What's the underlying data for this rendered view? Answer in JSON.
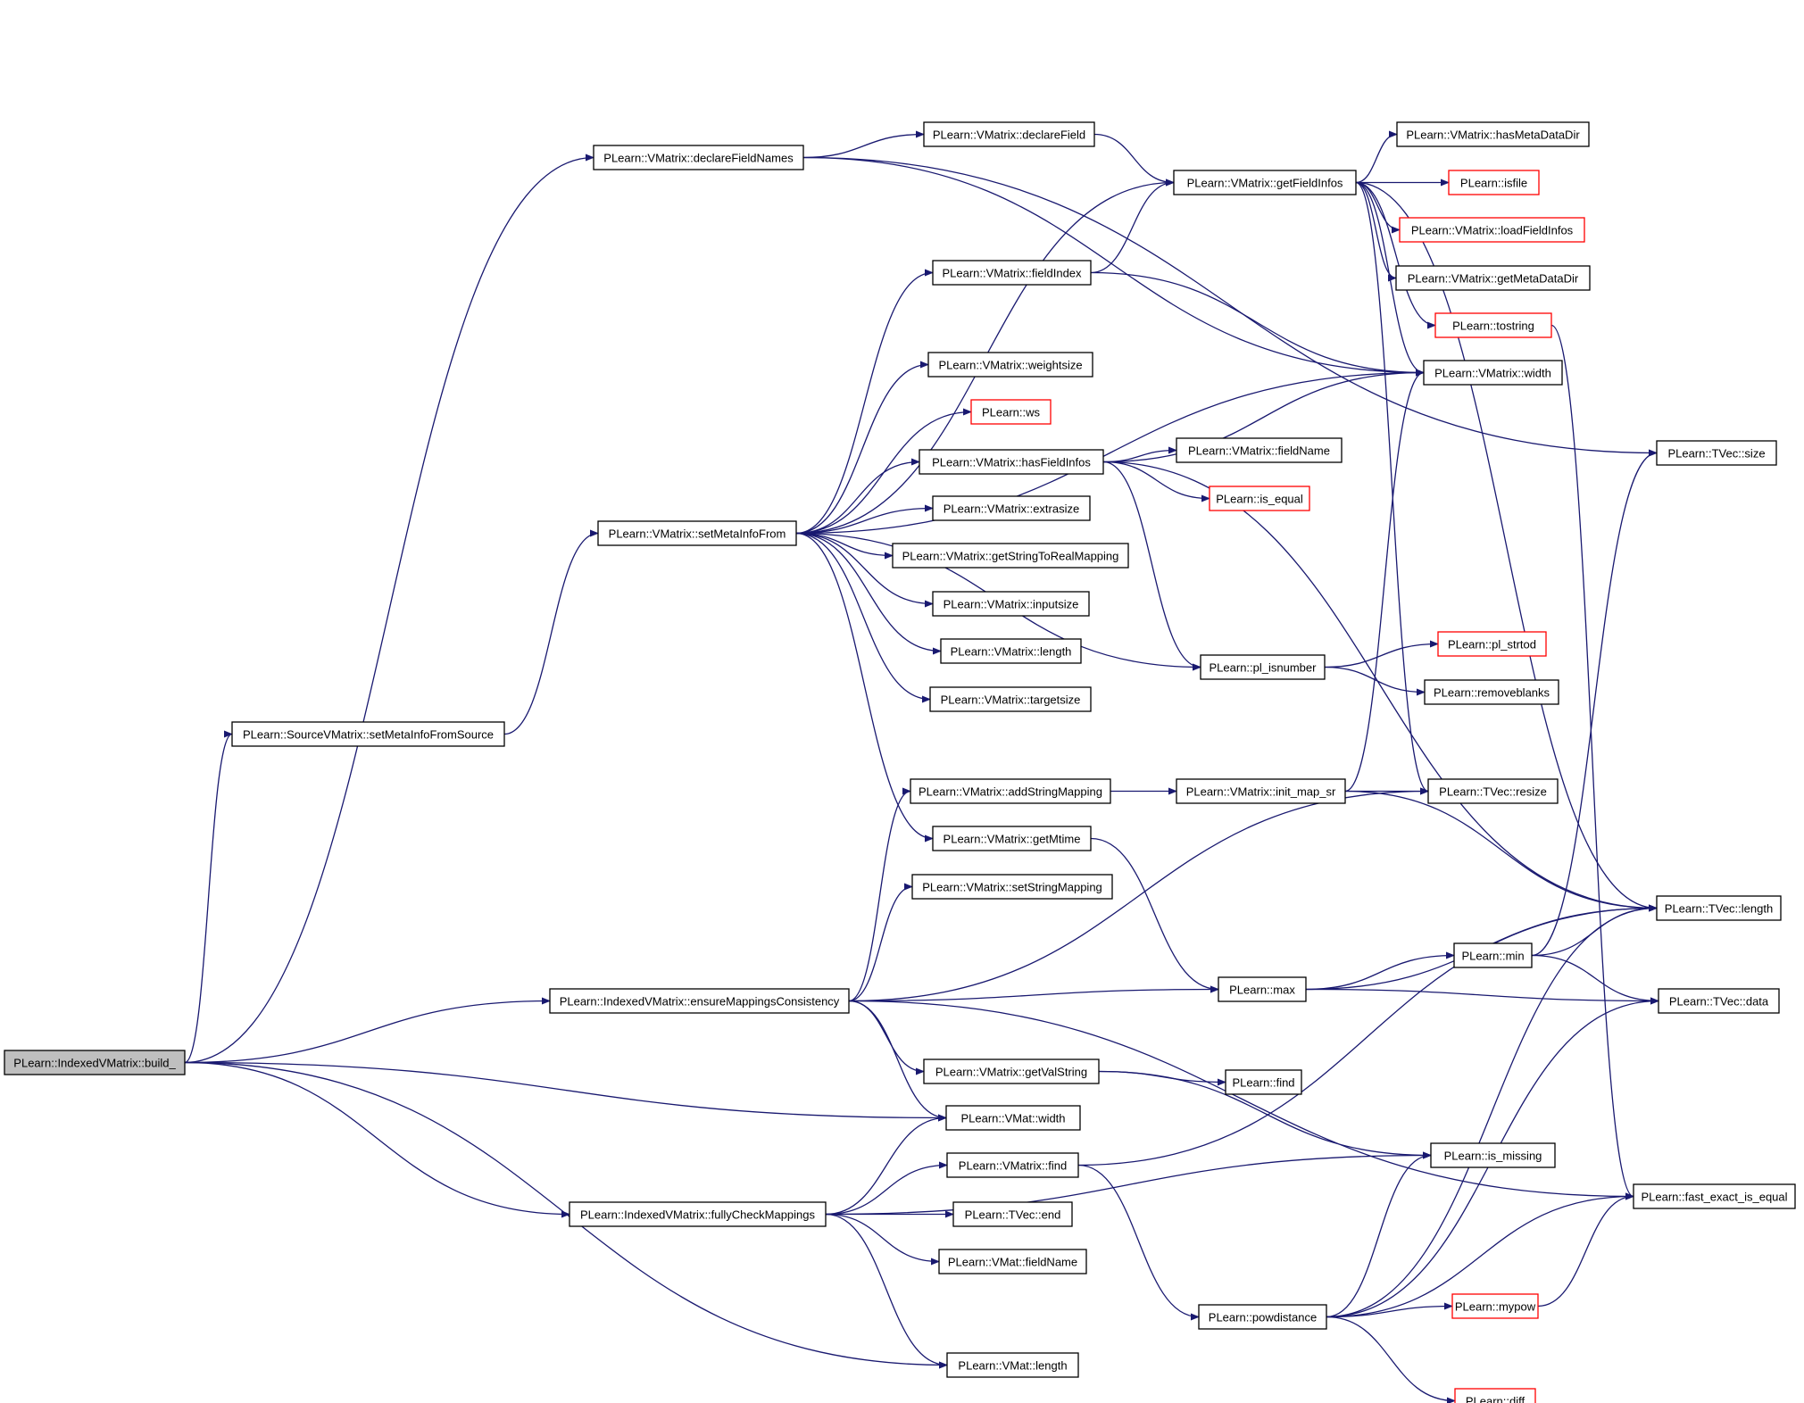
{
  "colors": {
    "edge": "#191970",
    "node_border": "#000000",
    "node_border_truncated": "#ff0000",
    "root_fill": "#bfbfbf"
  },
  "nodes": [
    {
      "id": "n_build",
      "label": "PLearn::IndexedVMatrix::build_",
      "root": true
    },
    {
      "id": "n_declareFieldNames",
      "label": "PLearn::VMatrix::declareFieldNames"
    },
    {
      "id": "n_declareField",
      "label": "PLearn::VMatrix::declareField"
    },
    {
      "id": "n_getFieldInfos",
      "label": "PLearn::VMatrix::getFieldInfos"
    },
    {
      "id": "n_hasMetaDataDir",
      "label": "PLearn::VMatrix::hasMetaDataDir"
    },
    {
      "id": "n_isfile",
      "label": "PLearn::isfile",
      "truncated": true
    },
    {
      "id": "n_loadFieldInfos",
      "label": "PLearn::VMatrix::loadFieldInfos",
      "truncated": true
    },
    {
      "id": "n_getMetaDataDir",
      "label": "PLearn::VMatrix::getMetaDataDir"
    },
    {
      "id": "n_tostring",
      "label": "PLearn::tostring",
      "truncated": true
    },
    {
      "id": "n_fieldIndex",
      "label": "PLearn::VMatrix::fieldIndex"
    },
    {
      "id": "n_vmwidth",
      "label": "PLearn::VMatrix::width"
    },
    {
      "id": "n_weightsize",
      "label": "PLearn::VMatrix::weightsize"
    },
    {
      "id": "n_ws",
      "label": "PLearn::ws",
      "truncated": true
    },
    {
      "id": "n_hasFieldInfos",
      "label": "PLearn::VMatrix::hasFieldInfos"
    },
    {
      "id": "n_fieldName",
      "label": "PLearn::VMatrix::fieldName"
    },
    {
      "id": "n_is_equal",
      "label": "PLearn::is_equal",
      "truncated": true
    },
    {
      "id": "n_tvsize",
      "label": "PLearn::TVec::size"
    },
    {
      "id": "n_setMetaInfoFrom",
      "label": "PLearn::VMatrix::setMetaInfoFrom"
    },
    {
      "id": "n_extrasize",
      "label": "PLearn::VMatrix::extrasize"
    },
    {
      "id": "n_getStringToRealMapping",
      "label": "PLearn::VMatrix::getStringToRealMapping"
    },
    {
      "id": "n_inputsize",
      "label": "PLearn::VMatrix::inputsize"
    },
    {
      "id": "n_vmlength",
      "label": "PLearn::VMatrix::length"
    },
    {
      "id": "n_pl_strtod",
      "label": "PLearn::pl_strtod",
      "truncated": true
    },
    {
      "id": "n_pl_isnumber",
      "label": "PLearn::pl_isnumber"
    },
    {
      "id": "n_removeblanks",
      "label": "PLearn::removeblanks"
    },
    {
      "id": "n_targetsize",
      "label": "PLearn::VMatrix::targetsize"
    },
    {
      "id": "n_setMetaInfoFromSource",
      "label": "PLearn::SourceVMatrix::setMetaInfoFromSource"
    },
    {
      "id": "n_addStringMapping",
      "label": "PLearn::VMatrix::addStringMapping"
    },
    {
      "id": "n_init_map_sr",
      "label": "PLearn::VMatrix::init_map_sr"
    },
    {
      "id": "n_resize",
      "label": "PLearn::TVec::resize"
    },
    {
      "id": "n_getMtime",
      "label": "PLearn::VMatrix::getMtime"
    },
    {
      "id": "n_setStringMapping",
      "label": "PLearn::VMatrix::setStringMapping"
    },
    {
      "id": "n_tvlength",
      "label": "PLearn::TVec::length"
    },
    {
      "id": "n_min",
      "label": "PLearn::min"
    },
    {
      "id": "n_max",
      "label": "PLearn::max"
    },
    {
      "id": "n_ensureMappingsConsistency",
      "label": "PLearn::IndexedVMatrix::ensureMappingsConsistency"
    },
    {
      "id": "n_tvdata",
      "label": "PLearn::TVec::data"
    },
    {
      "id": "n_getValString",
      "label": "PLearn::VMatrix::getValString"
    },
    {
      "id": "n_find",
      "label": "PLearn::find"
    },
    {
      "id": "n_vmatwidth",
      "label": "PLearn::VMat::width"
    },
    {
      "id": "n_vmfind",
      "label": "PLearn::VMatrix::find"
    },
    {
      "id": "n_is_missing",
      "label": "PLearn::is_missing"
    },
    {
      "id": "n_fast_exact",
      "label": "PLearn::fast_exact_is_equal"
    },
    {
      "id": "n_fullyCheckMappings",
      "label": "PLearn::IndexedVMatrix::fullyCheckMappings"
    },
    {
      "id": "n_tvend",
      "label": "PLearn::TVec::end"
    },
    {
      "id": "n_vmatfieldName",
      "label": "PLearn::VMat::fieldName"
    },
    {
      "id": "n_mypow",
      "label": "PLearn::mypow",
      "truncated": true
    },
    {
      "id": "n_powdistance",
      "label": "PLearn::powdistance"
    },
    {
      "id": "n_vmatlength",
      "label": "PLearn::VMat::length"
    },
    {
      "id": "n_diff",
      "label": "PLearn::diff",
      "truncated": true
    }
  ],
  "edges": [
    [
      "n_build",
      "n_declareFieldNames"
    ],
    [
      "n_build",
      "n_setMetaInfoFromSource"
    ],
    [
      "n_build",
      "n_ensureMappingsConsistency"
    ],
    [
      "n_build",
      "n_vmatwidth"
    ],
    [
      "n_build",
      "n_fullyCheckMappings"
    ],
    [
      "n_build",
      "n_vmatlength"
    ],
    [
      "n_declareFieldNames",
      "n_declareField"
    ],
    [
      "n_declareFieldNames",
      "n_vmwidth"
    ],
    [
      "n_declareFieldNames",
      "n_tvsize"
    ],
    [
      "n_declareField",
      "n_getFieldInfos"
    ],
    [
      "n_getFieldInfos",
      "n_hasMetaDataDir"
    ],
    [
      "n_getFieldInfos",
      "n_isfile"
    ],
    [
      "n_getFieldInfos",
      "n_loadFieldInfos"
    ],
    [
      "n_getFieldInfos",
      "n_getMetaDataDir"
    ],
    [
      "n_getFieldInfos",
      "n_tostring"
    ],
    [
      "n_getFieldInfos",
      "n_vmwidth"
    ],
    [
      "n_getFieldInfos",
      "n_resize"
    ],
    [
      "n_getFieldInfos",
      "n_tvlength"
    ],
    [
      "n_tostring",
      "n_fast_exact"
    ],
    [
      "n_fieldIndex",
      "n_getFieldInfos"
    ],
    [
      "n_fieldIndex",
      "n_vmwidth"
    ],
    [
      "n_hasFieldInfos",
      "n_vmwidth"
    ],
    [
      "n_hasFieldInfos",
      "n_fieldName"
    ],
    [
      "n_hasFieldInfos",
      "n_is_equal"
    ],
    [
      "n_hasFieldInfos",
      "n_tvlength"
    ],
    [
      "n_hasFieldInfos",
      "n_pl_isnumber"
    ],
    [
      "n_setMetaInfoFrom",
      "n_getFieldInfos"
    ],
    [
      "n_setMetaInfoFrom",
      "n_fieldIndex"
    ],
    [
      "n_setMetaInfoFrom",
      "n_vmwidth"
    ],
    [
      "n_setMetaInfoFrom",
      "n_weightsize"
    ],
    [
      "n_setMetaInfoFrom",
      "n_ws"
    ],
    [
      "n_setMetaInfoFrom",
      "n_hasFieldInfos"
    ],
    [
      "n_setMetaInfoFrom",
      "n_extrasize"
    ],
    [
      "n_setMetaInfoFrom",
      "n_getStringToRealMapping"
    ],
    [
      "n_setMetaInfoFrom",
      "n_inputsize"
    ],
    [
      "n_setMetaInfoFrom",
      "n_vmlength"
    ],
    [
      "n_setMetaInfoFrom",
      "n_targetsize"
    ],
    [
      "n_setMetaInfoFrom",
      "n_pl_isnumber"
    ],
    [
      "n_setMetaInfoFrom",
      "n_getMtime"
    ],
    [
      "n_pl_isnumber",
      "n_pl_strtod"
    ],
    [
      "n_pl_isnumber",
      "n_removeblanks"
    ],
    [
      "n_setMetaInfoFromSource",
      "n_setMetaInfoFrom"
    ],
    [
      "n_addStringMapping",
      "n_init_map_sr"
    ],
    [
      "n_init_map_sr",
      "n_resize"
    ],
    [
      "n_init_map_sr",
      "n_vmwidth"
    ],
    [
      "n_init_map_sr",
      "n_tvlength"
    ],
    [
      "n_getMtime",
      "n_max"
    ],
    [
      "n_max",
      "n_tvlength"
    ],
    [
      "n_max",
      "n_min"
    ],
    [
      "n_max",
      "n_tvdata"
    ],
    [
      "n_min",
      "n_tvsize"
    ],
    [
      "n_min",
      "n_tvlength"
    ],
    [
      "n_min",
      "n_tvdata"
    ],
    [
      "n_ensureMappingsConsistency",
      "n_addStringMapping"
    ],
    [
      "n_ensureMappingsConsistency",
      "n_setStringMapping"
    ],
    [
      "n_ensureMappingsConsistency",
      "n_resize"
    ],
    [
      "n_ensureMappingsConsistency",
      "n_max"
    ],
    [
      "n_ensureMappingsConsistency",
      "n_getValString"
    ],
    [
      "n_ensureMappingsConsistency",
      "n_vmatwidth"
    ],
    [
      "n_ensureMappingsConsistency",
      "n_fast_exact"
    ],
    [
      "n_getValString",
      "n_find"
    ],
    [
      "n_getValString",
      "n_is_missing"
    ],
    [
      "n_vmfind",
      "n_tvlength"
    ],
    [
      "n_vmfind",
      "n_powdistance"
    ],
    [
      "n_fullyCheckMappings",
      "n_vmatwidth"
    ],
    [
      "n_fullyCheckMappings",
      "n_vmfind"
    ],
    [
      "n_fullyCheckMappings",
      "n_tvend"
    ],
    [
      "n_fullyCheckMappings",
      "n_vmatfieldName"
    ],
    [
      "n_fullyCheckMappings",
      "n_is_missing"
    ],
    [
      "n_fullyCheckMappings",
      "n_vmatlength"
    ],
    [
      "n_powdistance",
      "n_is_missing"
    ],
    [
      "n_powdistance",
      "n_tvlength"
    ],
    [
      "n_powdistance",
      "n_tvdata"
    ],
    [
      "n_powdistance",
      "n_mypow"
    ],
    [
      "n_powdistance",
      "n_fast_exact"
    ],
    [
      "n_powdistance",
      "n_diff"
    ],
    [
      "n_mypow",
      "n_fast_exact"
    ]
  ]
}
